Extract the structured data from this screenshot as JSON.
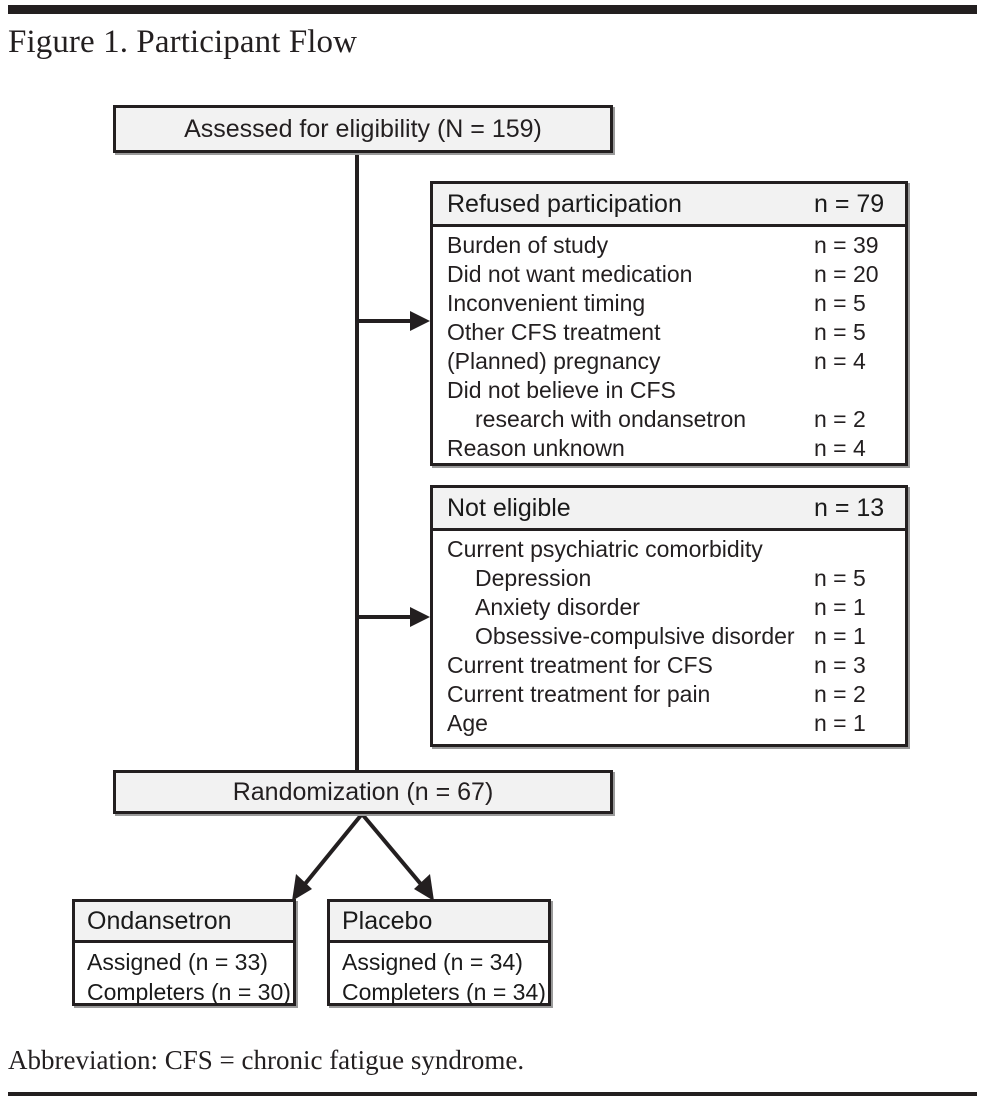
{
  "figure": {
    "title": "Figure 1. Participant Flow",
    "note": "Abbreviation: CFS = chronic fatigue syndrome."
  },
  "nodes": {
    "assessed": {
      "label": "Assessed for eligibility (N = 159)"
    },
    "randomization": {
      "label": "Randomization (n = 67)"
    },
    "refused": {
      "header_label": "Refused participation",
      "header_n": "n = 79",
      "rows": [
        {
          "text": "Burden of study",
          "n": "n = 39",
          "indent": 0
        },
        {
          "text": "Did not want medication",
          "n": "n = 20",
          "indent": 0
        },
        {
          "text": "Inconvenient timing",
          "n": "n = 5",
          "indent": 0
        },
        {
          "text": "Other CFS treatment",
          "n": "n = 5",
          "indent": 0
        },
        {
          "text": "(Planned) pregnancy",
          "n": "n = 4",
          "indent": 0
        },
        {
          "text": "Did not believe in CFS",
          "n": "",
          "indent": 0
        },
        {
          "text": "research with ondansetron",
          "n": "n = 2",
          "indent": 1
        },
        {
          "text": "Reason unknown",
          "n": "n = 4",
          "indent": 0
        }
      ]
    },
    "not_eligible": {
      "header_label": "Not eligible",
      "header_n": "n = 13",
      "rows": [
        {
          "text": "Current psychiatric comorbidity",
          "n": "",
          "indent": 0
        },
        {
          "text": "Depression",
          "n": "n = 5",
          "indent": 1
        },
        {
          "text": "Anxiety disorder",
          "n": "n = 1",
          "indent": 1
        },
        {
          "text": "Obsessive-compulsive disorder",
          "n": "n = 1",
          "indent": 1
        },
        {
          "text": "Current treatment for CFS",
          "n": "n = 3",
          "indent": 0
        },
        {
          "text": "Current treatment for pain",
          "n": "n = 2",
          "indent": 0
        },
        {
          "text": "Age",
          "n": "n = 1",
          "indent": 0
        }
      ]
    },
    "arm_ondansetron": {
      "title": "Ondansetron",
      "lines": [
        "Assigned (n = 33)",
        "Completers (n = 30)"
      ]
    },
    "arm_placebo": {
      "title": "Placebo",
      "lines": [
        "Assigned (n = 34)",
        "Completers (n = 34)"
      ]
    }
  },
  "colors": {
    "ink": "#231f20",
    "header_fill": "#f2f2f2",
    "box_fill": "#ffffff"
  }
}
